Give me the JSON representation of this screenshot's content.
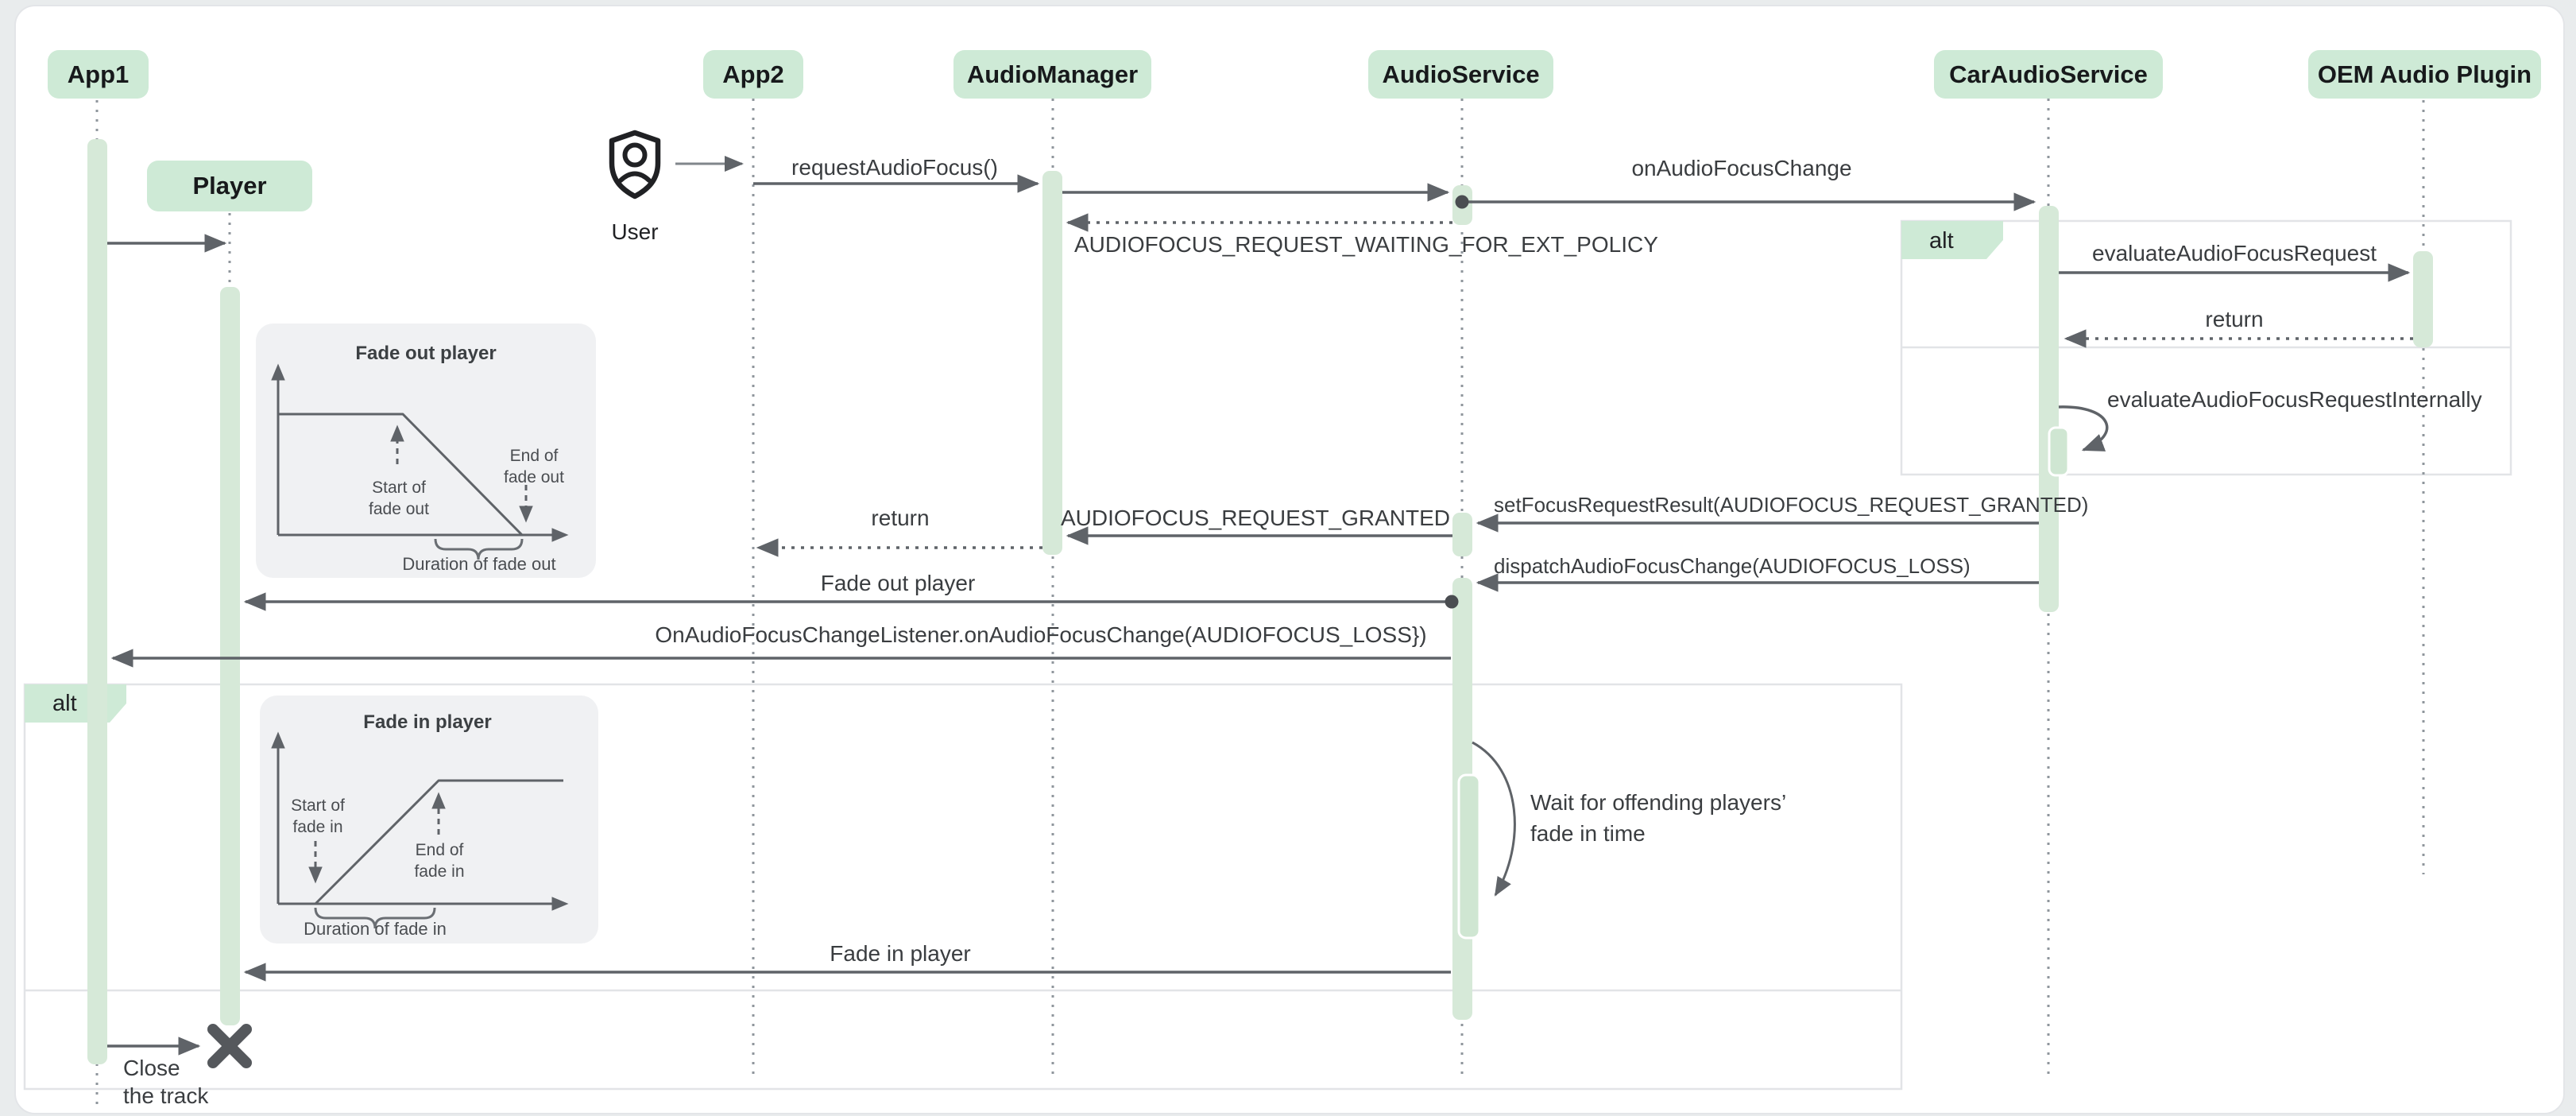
{
  "participants": [
    {
      "id": "app1",
      "label": "App1"
    },
    {
      "id": "app2",
      "label": "App2"
    },
    {
      "id": "audiomanager",
      "label": "AudioManager"
    },
    {
      "id": "audioservice",
      "label": "AudioService"
    },
    {
      "id": "caraudioservice",
      "label": "CarAudioService"
    },
    {
      "id": "oem",
      "label": "OEM Audio Plugin"
    },
    {
      "id": "player",
      "label": "Player"
    }
  ],
  "actor": {
    "label": "User"
  },
  "alt": {
    "left_label": "alt",
    "right_label": "alt"
  },
  "messages": {
    "request_audio_focus": "requestAudioFocus()",
    "on_audio_focus_change": "onAudioFocusChange",
    "waiting": "AUDIOFOCUS_REQUEST_WAITING_FOR_EXT_POLICY",
    "evaluate_request": "evaluateAudioFocusRequest",
    "evaluate_return": "return",
    "evaluate_internally": "evaluateAudioFocusRequestInternally",
    "set_focus_result": "setFocusRequestResult(AUDIOFOCUS_REQUEST_GRANTED)",
    "granted": "AUDIOFOCUS_REQUEST_GRANTED",
    "manager_return": "return",
    "dispatch_loss": "dispatchAudioFocusChange(AUDIOFOCUS_LOSS)",
    "fade_out_player": "Fade out player",
    "listener_callback": "OnAudioFocusChangeListener.onAudioFocusChange(AUDIOFOCUS_LOSS})",
    "fade_in_player": "Fade in player",
    "close_track": "Close\nthe track",
    "wait_note": "Wait for offending players’\nfade in time"
  },
  "chart_data": [
    {
      "type": "line",
      "title": "Fade out player",
      "x": [
        0,
        0.43,
        0.85,
        1.0
      ],
      "y": [
        1,
        1,
        0,
        0
      ],
      "xlabel": "",
      "ylabel": "",
      "grid": false,
      "annotations": {
        "start": "Start of\nfade out",
        "end": "End of\nfade out",
        "duration": "Duration of fade out"
      }
    },
    {
      "type": "line",
      "title": "Fade in player",
      "x": [
        0,
        0.13,
        0.56,
        1.0
      ],
      "y": [
        0,
        0,
        1,
        1
      ],
      "xlabel": "",
      "ylabel": "",
      "grid": false,
      "annotations": {
        "start": "Start of\nfade in",
        "end": "End of\nfade in",
        "duration": "Duration of fade in"
      }
    }
  ],
  "colors": {
    "badge_green": "#ceead6",
    "activation_green": "#d6e9d8",
    "line_gray": "#5f6368",
    "text_dark": "#202124",
    "frame_border": "#e2e4e7",
    "chart_bg": "#f0f1f3"
  }
}
